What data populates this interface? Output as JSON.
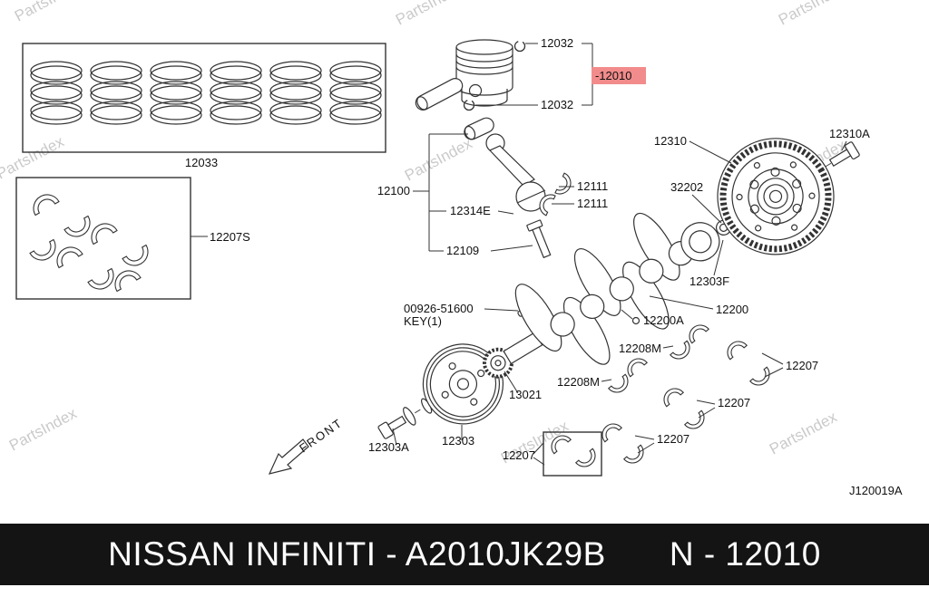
{
  "watermark": {
    "text": "PartsIndex"
  },
  "footer": {
    "left": "NISSAN  INFINITI - A2010JK29B",
    "right": "N - 12010"
  },
  "diagram": {
    "ref_code": "J120019A",
    "front_label": "FRONT",
    "colors": {
      "highlight": "#f28b8b",
      "line": "#333333",
      "watermark": "#bdbdbd",
      "footer_bg": "#141414",
      "footer_text": "#ffffff"
    },
    "labels": {
      "piston_rings_set": "12033",
      "main_bearing_set": "12207S",
      "snap_ring_top": "12032",
      "piston_assembly": "-12010",
      "snap_ring_bottom": "12032",
      "connecting_rod": "12100",
      "rod_bearing_upper": "12111",
      "rod_bearing_lower": "12111",
      "rod_bushing": "12314E",
      "rod_bolt": "12109",
      "flywheel": "12310",
      "flywheel_bolt": "12310A",
      "pilot_bushing": "32202",
      "plate": "12303F",
      "crankshaft": "12200",
      "crankshaft_plug": "12200A",
      "key_part": "00926-51600",
      "key_qty": "KEY(1)",
      "crank_gear": "13021",
      "pulley": "12303",
      "pulley_bolt": "12303A",
      "thrust_bearing_a": "12208M",
      "thrust_bearing_b": "12208M",
      "main_bearing_a": "12207",
      "main_bearing_b": "12207",
      "main_bearing_c": "12207",
      "main_bearing_d": "12207"
    }
  }
}
